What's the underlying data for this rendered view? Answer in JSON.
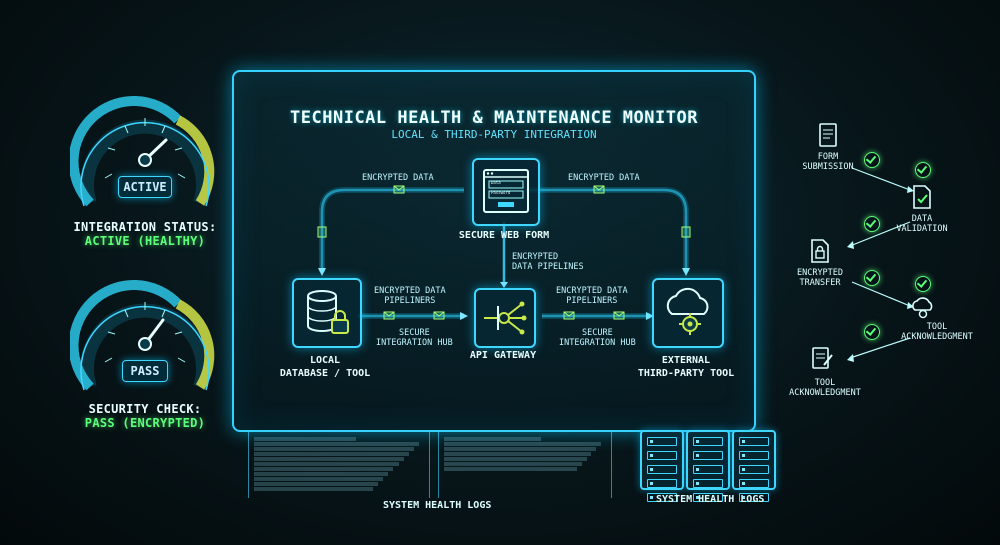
{
  "left_panel": {
    "gauge1": {
      "badge": "ACTIVE",
      "label": "INTEGRATION STATUS:",
      "value": "ACTIVE (HEALTHY)"
    },
    "gauge2": {
      "badge": "PASS",
      "label": "SECURITY CHECK:",
      "value": "PASS (ENCRYPTED)"
    }
  },
  "main": {
    "title": "TECHNICAL HEALTH & MAINTENANCE MONITOR",
    "subtitle": "LOCAL & THIRD-PARTY INTEGRATION",
    "nodes": {
      "web_form": "SECURE WEB FORM",
      "database_l1": "LOCAL",
      "database_l2": "DATABASE / TOOL",
      "gateway": "API GATEWAY",
      "external_l1": "EXTERNAL",
      "external_l2": "THIRD-PARTY TOOL"
    },
    "web_form_fields": {
      "data": "Data",
      "password": "Password"
    },
    "edges": {
      "top_left": "ENCRYPTED DATA",
      "top_right": "ENCRYPTED DATA",
      "center_l1": "ENCRYPTED",
      "center_l2": "DATA PIPELINES",
      "left_top_l1": "ENCRYPTED DATA",
      "left_top_l2": "PIPELINERS",
      "left_bot_l1": "SECURE",
      "left_bot_l2": "INTEGRATION HUB",
      "right_top_l1": "ENCRYPTED DATA",
      "right_top_l2": "PIPELINERS",
      "right_bot_l1": "SECURE",
      "right_bot_l2": "INTEGRATION HUB"
    }
  },
  "flow": {
    "form_submission_l1": "FORM",
    "form_submission_l2": "SUBMISSION",
    "data_validation_l1": "DATA",
    "data_validation_l2": "VALIDATION",
    "encrypted_transfer_l1": "ENCRYPTED",
    "encrypted_transfer_l2": "TRANSFER",
    "tool_ack_right_l1": "TOOL",
    "tool_ack_right_l2": "ACKNOWLEDGMENT",
    "tool_ack_bottom_l1": "TOOL",
    "tool_ack_bottom_l2": "ACKNOWLEDGMENT"
  },
  "logs": {
    "title_left": "SYSTEM HEALTH LOGS",
    "title_right": "SYSTEM HEALTH LOGS"
  },
  "colors": {
    "accent": "#35d2ff",
    "ok": "#5cff7a",
    "warn": "#d8e04a"
  }
}
